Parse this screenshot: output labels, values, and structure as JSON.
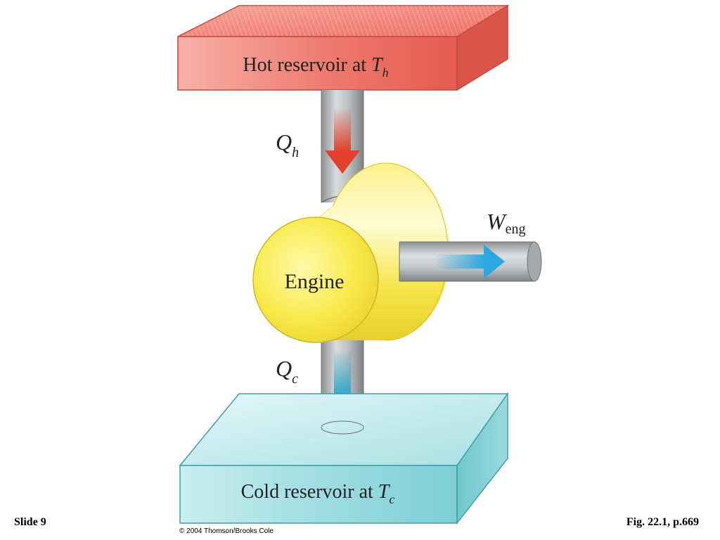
{
  "diagram": {
    "hot_reservoir": {
      "label_prefix": "Hot reservoir at ",
      "temp_symbol": "T",
      "temp_subscript": "h"
    },
    "cold_reservoir": {
      "label_prefix": "Cold reservoir at ",
      "temp_symbol": "T",
      "temp_subscript": "c"
    },
    "engine": {
      "label": "Engine"
    },
    "heat_in": {
      "symbol": "Q",
      "subscript": "h"
    },
    "heat_out": {
      "symbol": "Q",
      "subscript": "c"
    },
    "work": {
      "symbol": "W",
      "subscript": "eng"
    },
    "colors": {
      "hot": "#e8645a",
      "cold": "#7fd0d6",
      "engine": "#f5e43a",
      "pipe": "#b5b8bb",
      "arrow_hot": "#e2412d",
      "arrow_cold": "#2aa6c8",
      "arrow_work": "#2aa6e0"
    }
  },
  "footer": {
    "slide": "Slide 9",
    "copyright": "© 2004 Thomson/Brooks Cole",
    "figure_ref": "Fig. 22.1, p.669"
  }
}
